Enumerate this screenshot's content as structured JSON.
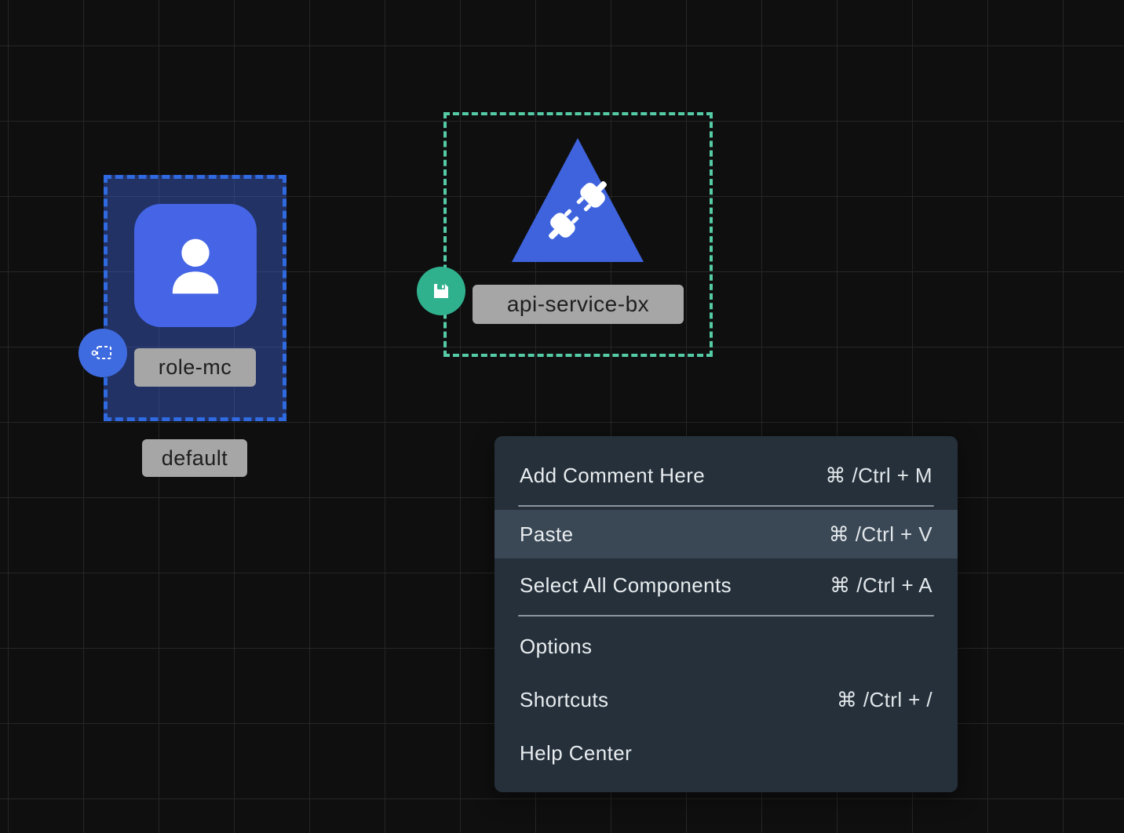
{
  "canvas": {
    "background": "#0f0f0f",
    "grid_color": "#262626"
  },
  "colors": {
    "node_blue": "#4565e6",
    "selection_blue": "#2f6ae0",
    "selection_teal": "#55cba6",
    "badge_blue": "#3f6be0",
    "badge_teal": "#2fb18e",
    "label_bg": "#a6a6a6",
    "menu_bg": "#25303a",
    "menu_highlight": "#3a4754"
  },
  "nodes": {
    "role": {
      "label": "role-mc",
      "status": "default",
      "icon": "user-icon",
      "badge_icon": "marquee-select-icon"
    },
    "api": {
      "label": "api-service-bx",
      "icon": "plug-icon",
      "badge_icon": "save-icon"
    }
  },
  "context_menu": {
    "items": [
      {
        "label": "Add Comment Here",
        "shortcut": "⌘ /Ctrl + M",
        "highlighted": false
      },
      {
        "label": "Paste",
        "shortcut": "⌘ /Ctrl + V",
        "highlighted": true
      },
      {
        "label": "Select All Components",
        "shortcut": "⌘ /Ctrl + A",
        "highlighted": false
      },
      {
        "label": "Options",
        "shortcut": "",
        "highlighted": false
      },
      {
        "label": "Shortcuts",
        "shortcut": "⌘ /Ctrl + /",
        "highlighted": false
      },
      {
        "label": "Help Center",
        "shortcut": "",
        "highlighted": false
      }
    ]
  }
}
